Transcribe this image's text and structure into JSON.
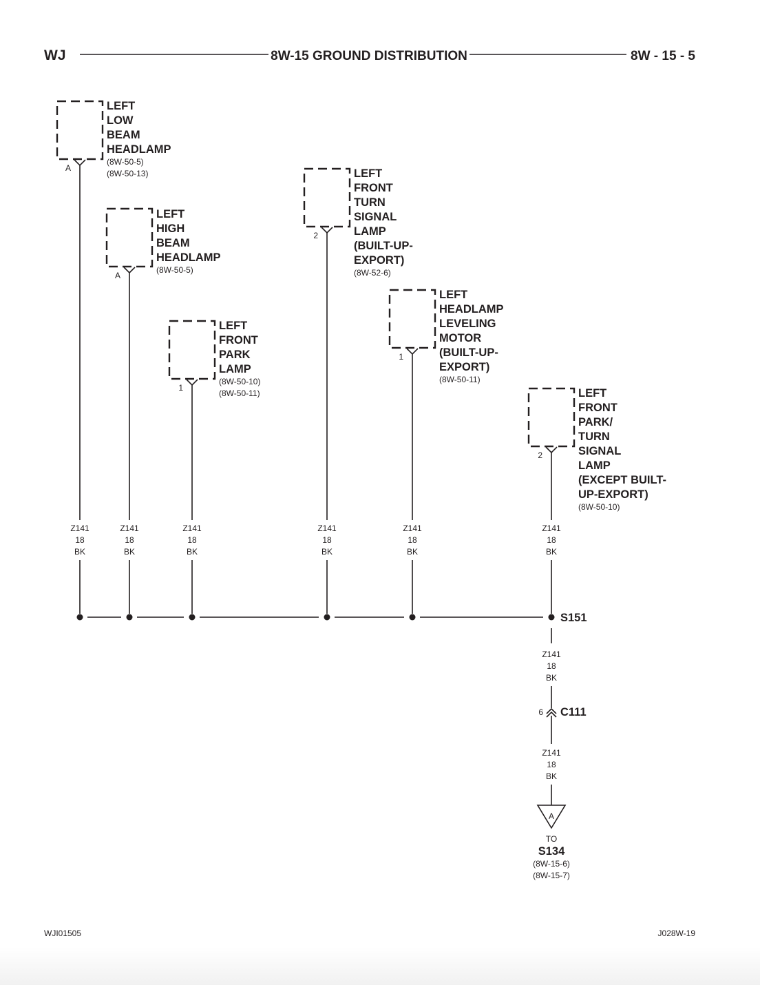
{
  "header": {
    "left": "WJ",
    "title": "8W-15 GROUND DISTRIBUTION",
    "page": "8W - 15 - 5"
  },
  "components": [
    {
      "lines": [
        "LEFT",
        "LOW",
        "BEAM",
        "HEADLAMP"
      ],
      "refs": [
        "(8W-50-5)",
        "(8W-50-13)"
      ],
      "pin": "A"
    },
    {
      "lines": [
        "LEFT",
        "HIGH",
        "BEAM",
        "HEADLAMP"
      ],
      "refs": [
        "(8W-50-5)"
      ],
      "pin": "A"
    },
    {
      "lines": [
        "LEFT",
        "FRONT",
        "PARK",
        "LAMP"
      ],
      "refs": [
        "(8W-50-10)",
        "(8W-50-11)"
      ],
      "pin": "1"
    },
    {
      "lines": [
        "LEFT",
        "FRONT",
        "TURN",
        "SIGNAL",
        "LAMP",
        "(BUILT-UP-",
        "EXPORT)"
      ],
      "refs": [
        "(8W-52-6)"
      ],
      "pin": "2"
    },
    {
      "lines": [
        "LEFT",
        "HEADLAMP",
        "LEVELING",
        "MOTOR",
        "(BUILT-UP-",
        "EXPORT)"
      ],
      "refs": [
        "(8W-50-11)"
      ],
      "pin": "1"
    },
    {
      "lines": [
        "LEFT",
        "FRONT",
        "PARK/",
        "TURN",
        "SIGNAL",
        "LAMP",
        "(EXCEPT BUILT-",
        "UP-EXPORT)"
      ],
      "refs": [
        "(8W-50-10)"
      ],
      "pin": "2"
    }
  ],
  "wire": {
    "circuit": "Z141",
    "gauge": "18",
    "color": "BK"
  },
  "splice": {
    "name": "S151"
  },
  "connector": {
    "name": "C111",
    "pin": "6"
  },
  "ground_ref": {
    "letter": "A",
    "to_label": "TO",
    "target": "S134",
    "refs": [
      "(8W-15-6)",
      "(8W-15-7)"
    ]
  },
  "footer": {
    "left": "WJI01505",
    "right": "J028W-19"
  }
}
